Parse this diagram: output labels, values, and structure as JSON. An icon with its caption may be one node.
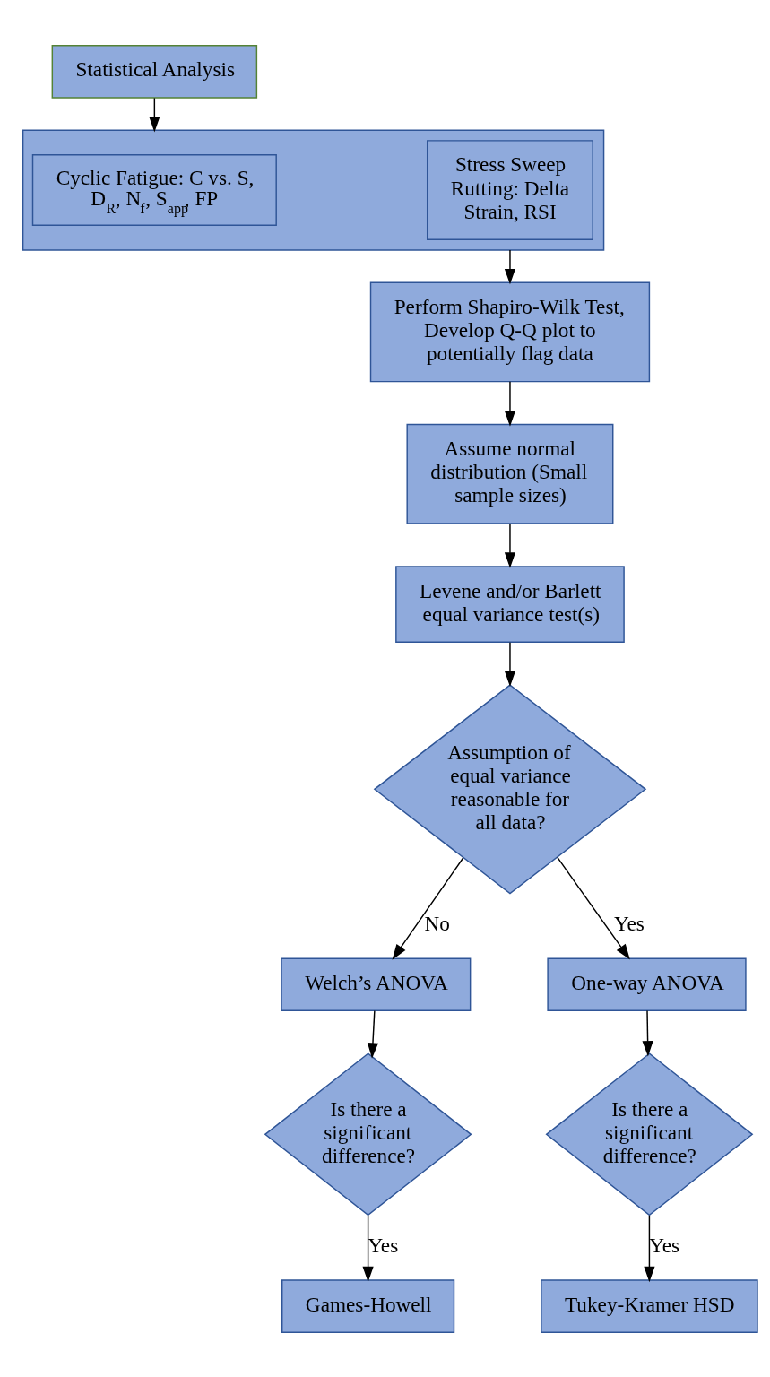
{
  "diagram": {
    "nodes": [
      {
        "text": [
          "Statistical Analysis"
        ]
      },
      {
        "text": [],
        "shape": "box"
      },
      {
        "text": [
          "Cyclic Fatigue: C vs. S, D$_{R}$, N$_{f}$, S$_{app}$, FP"
        ],
        "in": 1
      },
      {
        "text": [
          "Stress Sweep Rutting: Delta Strain, RSI"
        ],
        "in": 1
      },
      {
        "text": [
          "Perform Shapiro-Wilk Test, Develop Q-Q plot to potentially flag data"
        ]
      },
      {
        "text": [
          "Assume normal distribution (Small sample sizes)"
        ]
      },
      {
        "text": [
          "Levene and/or Barlett equal variance test(s)"
        ]
      },
      {
        "text": [
          "Assumption of equal variance reasonable for all data?"
        ]
      },
      {
        "text": [
          "Welch’s ANOVA"
        ]
      },
      {
        "text": [
          "One-way ANOVA"
        ]
      },
      {
        "text": [
          "Is there a significant difference?"
        ]
      },
      {
        "text": [
          "Is there a significant difference?"
        ]
      },
      {
        "text": [
          "Games-Howell"
        ]
      },
      {
        "text": [
          "Tukey-Kramer HSD"
        ]
      }
    ],
    "edges": [
      {
        "from": 0,
        "to": 1,
        "arrow": "to"
      },
      {
        "from": 1,
        "to": 4,
        "arrow": "to"
      },
      {
        "from": 4,
        "to": 5,
        "arrow": "to"
      },
      {
        "from": 5,
        "to": 6,
        "arrow": "to"
      },
      {
        "from": 6,
        "to": 7,
        "arrow": "to"
      },
      {
        "from": 7,
        "to": 8,
        "arrow": "to",
        "label": "No"
      },
      {
        "from": 7,
        "to": 9,
        "arrow": "to",
        "label": "Yes"
      },
      {
        "from": 8,
        "to": 10,
        "arrow": "to"
      },
      {
        "from": 9,
        "to": 11,
        "arrow": "to"
      },
      {
        "from": 10,
        "to": 12,
        "arrow": "to",
        "label": "Yes"
      },
      {
        "from": 11,
        "to": 13,
        "arrow": "to",
        "label": "Yes"
      }
    ]
  }
}
